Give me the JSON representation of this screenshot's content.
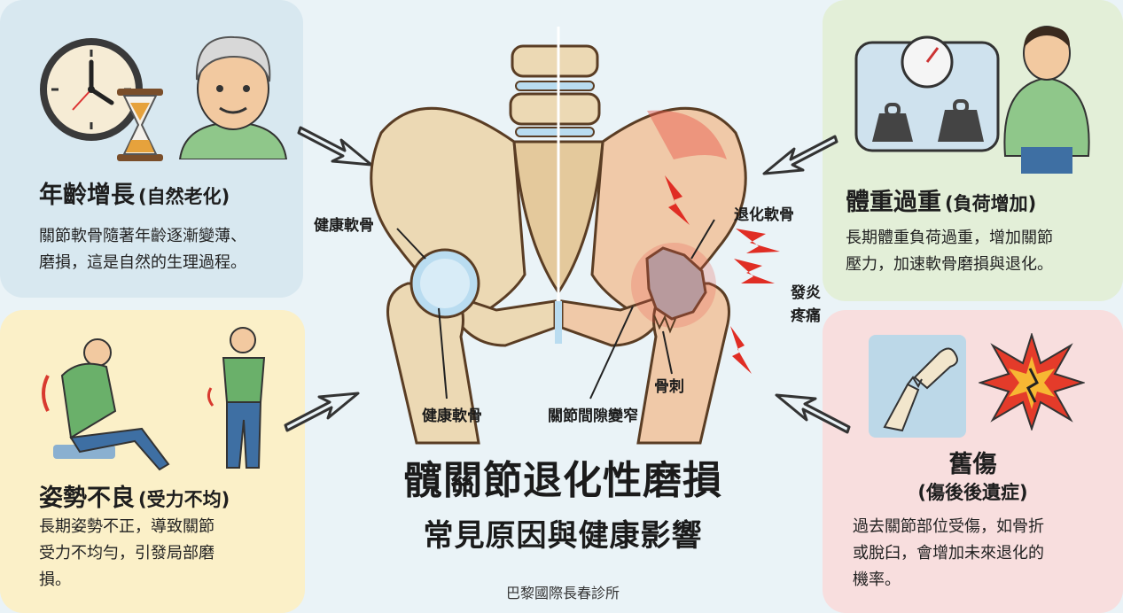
{
  "cause_age": {
    "title": "年齡增長",
    "subtitle": "(自然老化)",
    "desc_line1": "關節軟骨隨著年齡逐漸變薄、",
    "desc_line2": "磨損，這是自然的生理過程。"
  },
  "cause_weight": {
    "title": "體重過重",
    "subtitle": "(負荷增加)",
    "desc_line1": "長期體重負荷過重，增加關節",
    "desc_line2": "壓力，加速軟骨磨損與退化。"
  },
  "cause_posture": {
    "title": "姿勢不良",
    "subtitle": "(受力不均)",
    "desc_line1": "長期姿勢不正，導致關節",
    "desc_line2": "受力不均勻，引發局部磨",
    "desc_line3": "損。"
  },
  "cause_injury": {
    "title": "舊傷",
    "subtitle": "(傷後後遺症)",
    "desc_line1": "過去關節部位受傷，如骨折",
    "desc_line2": "或脫臼，會增加未來退化的",
    "desc_line3": "機率。"
  },
  "labels": {
    "healthy_cartilage_top": "健康軟骨",
    "healthy_cartilage_bottom": "健康軟骨",
    "degenerated_cartilage": "退化軟骨",
    "inflammation_1": "發炎",
    "inflammation_2": "疼痛",
    "bone_spur": "骨刺",
    "joint_space": "關節間隙變窄"
  },
  "main_title": "髖關節退化性磨損",
  "main_subtitle": "常見原因與健康影響",
  "footer": "巴黎國際長春診所",
  "colors": {
    "bone": "#ecd9b4",
    "bone_outline": "#5a3d24",
    "cartilage": "#b9dcf0",
    "inflamed": "#e8564a"
  }
}
